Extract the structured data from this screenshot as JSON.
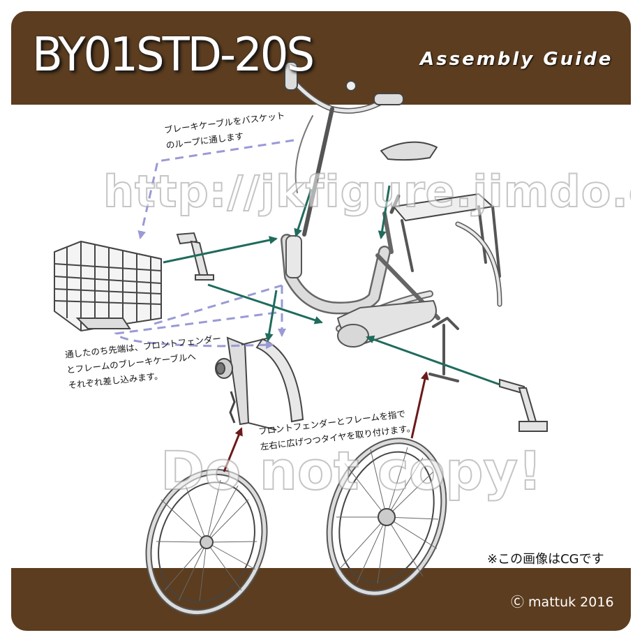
{
  "header": {
    "model_title": "BY01STD-20S",
    "guide_title": "Assembly Guide"
  },
  "watermarks": {
    "url": "http://jkfigure.jimdo.com",
    "copy": "Do not copy!"
  },
  "notes": {
    "brake_basket": [
      "ブレーキケーブルをバスケット",
      "のループに通します"
    ],
    "cable_insert": [
      "通したのち先端は、フロントフェンダー",
      "とフレームのブレーキケーブルへ",
      "それぞれ差し込みます。"
    ],
    "fender_tire": [
      "フロントフェンダーとフレームを指で",
      "左右に広げつつタイヤを取り付けます。"
    ]
  },
  "footer": {
    "cg_note": "※この画像はCGです",
    "copyright": "Ⓒ mattuk  2016"
  },
  "colors": {
    "brand_brown": "#5c3d1f",
    "arrow_teal": "#1f6b5c",
    "arrow_dark_red": "#6b1a1a",
    "guide_dashed": "#9a9ad6"
  }
}
